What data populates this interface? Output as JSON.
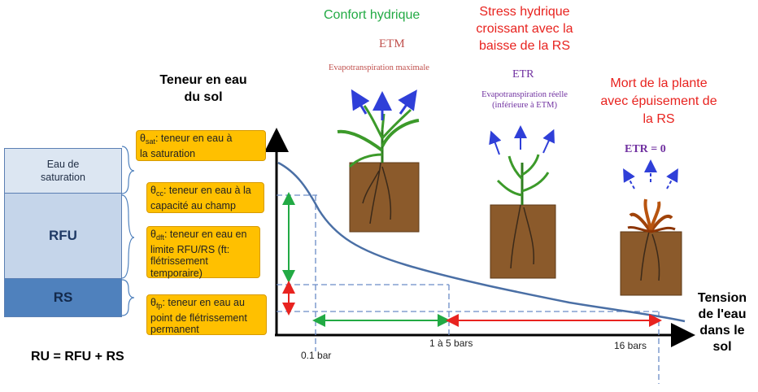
{
  "left_panel": {
    "title": "Teneur en eau\ndu sol",
    "columns": {
      "saturation": "Eau de\nsaturation",
      "rfu": "RFU",
      "rs": "RS"
    },
    "formula": "RU = RFU + RS"
  },
  "callouts": [
    {
      "symbol": "θ",
      "sub": "sat",
      "text": ": teneur en eau à\nla saturation"
    },
    {
      "symbol": "θ",
      "sub": "cc",
      "text": ": teneur en eau à la\ncapacité au champ"
    },
    {
      "symbol": "θ",
      "sub": "dft",
      "text": ": teneur en eau en\nlimite RFU/RS (ft:\nflétrissement\ntemporaire)"
    },
    {
      "symbol": "θ",
      "sub": "fp",
      "text": ": teneur en eau au\npoint de flétrissement\npermanent"
    }
  ],
  "axis": {
    "x_label": "Tension\nde l'eau\ndans le\nsol",
    "ticks": [
      "0.1 bar",
      "1 à 5 bars",
      "16 bars"
    ]
  },
  "stages": {
    "comfort": {
      "title": "Confort hydrique",
      "etm": "ETM",
      "etm_desc": "Evapotranspiration maximale",
      "color": "#22aa44"
    },
    "stress": {
      "title": "Stress hydrique\ncroissant avec la\nbaisse de la RS",
      "etr": "ETR",
      "etr_desc": "Evapotranspiration réelle\n(inférieure à ETM)",
      "color": "#e8231f"
    },
    "death": {
      "title": "Mort de la plante\navec épuisement de\nla RS",
      "etr0": "ETR = 0",
      "color": "#e8231f"
    }
  },
  "colors": {
    "callout": "#ffc000",
    "saturation_box": "#dce6f2",
    "rfu_box": "#c5d5ea",
    "rs_box": "#4f81bd",
    "curve": "#4a6fa5",
    "soil": "#8b5a2b",
    "purple": "#7030a0",
    "etm_red": "#c0504d",
    "arrow_blue": "#2f3fd8"
  }
}
